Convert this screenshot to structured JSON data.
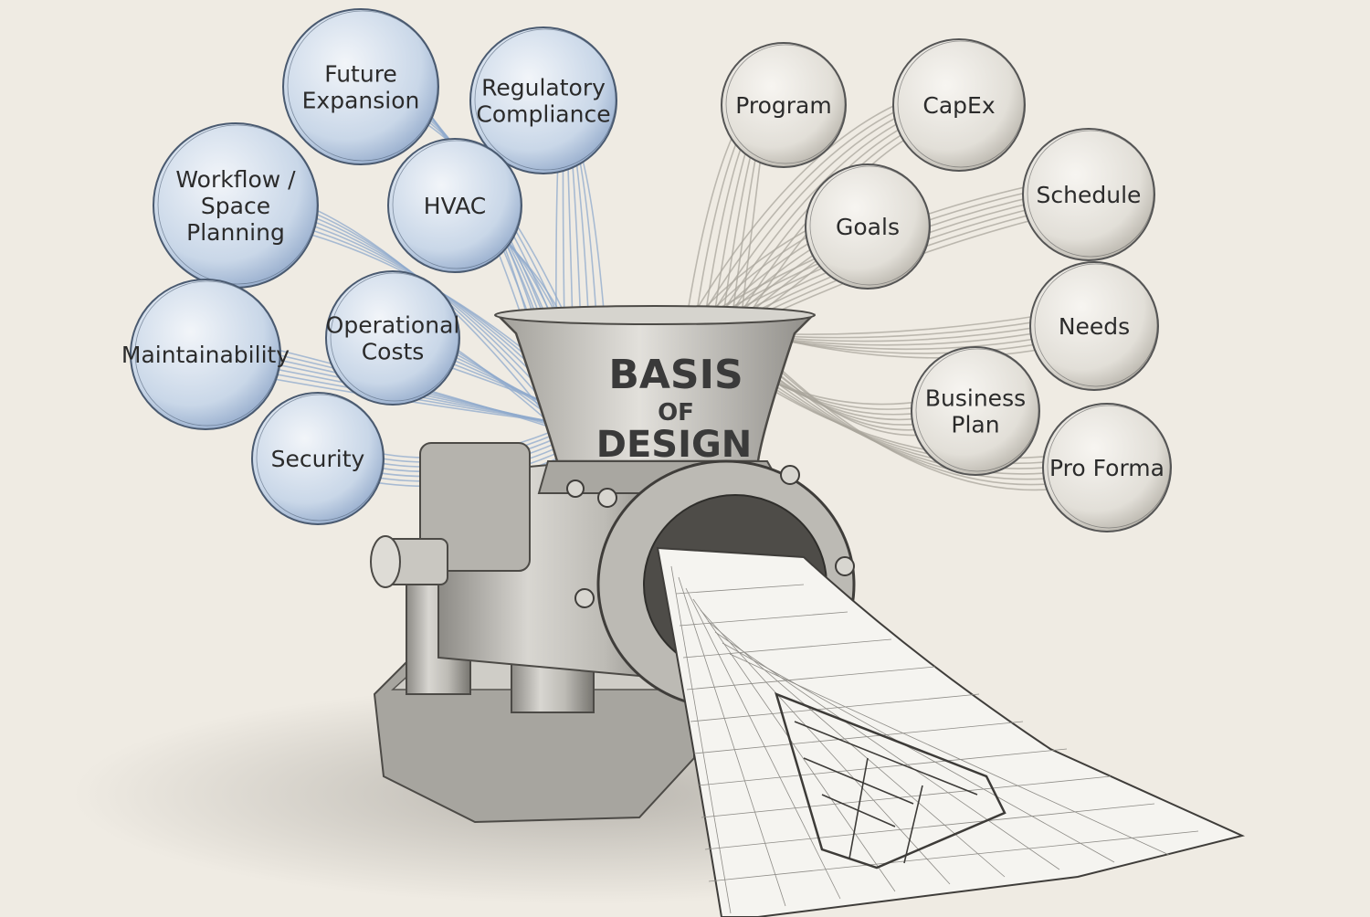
{
  "hopper": {
    "line1": "BASIS",
    "line2": "OF",
    "line3": "DESIGN"
  },
  "inputs_left": [
    {
      "id": "future-expansion",
      "lines": [
        "Future",
        "Expansion"
      ]
    },
    {
      "id": "regulatory-compliance",
      "lines": [
        "Regulatory",
        "Compliance"
      ]
    },
    {
      "id": "workflow-space-planning",
      "lines": [
        "Workflow /",
        "Space",
        "Planning"
      ]
    },
    {
      "id": "hvac",
      "lines": [
        "HVAC"
      ]
    },
    {
      "id": "maintainability",
      "lines": [
        "Maintainability"
      ]
    },
    {
      "id": "operational-costs",
      "lines": [
        "Operational",
        "Costs"
      ]
    },
    {
      "id": "security",
      "lines": [
        "Security"
      ]
    }
  ],
  "inputs_right": [
    {
      "id": "program",
      "lines": [
        "Program"
      ]
    },
    {
      "id": "capex",
      "lines": [
        "CapEx"
      ]
    },
    {
      "id": "goals",
      "lines": [
        "Goals"
      ]
    },
    {
      "id": "schedule",
      "lines": [
        "Schedule"
      ]
    },
    {
      "id": "needs",
      "lines": [
        "Needs"
      ]
    },
    {
      "id": "business-plan",
      "lines": [
        "Business",
        "Plan"
      ]
    },
    {
      "id": "pro-forma",
      "lines": [
        "Pro Forma"
      ]
    }
  ],
  "colors": {
    "paper": "#efebe3",
    "left_bubble_fill": "#c9d7e8",
    "left_bubble_stroke": "#4a5a70",
    "left_stream": "#8fa9cc",
    "right_bubble_fill": "#e4e1da",
    "right_bubble_stroke": "#555555",
    "right_stream": "#a9a59c",
    "metal": "#b9b7b1",
    "metal_dark": "#6b6964",
    "ink": "#2b2b2b",
    "blueprint_paper": "#f5f4f0"
  }
}
